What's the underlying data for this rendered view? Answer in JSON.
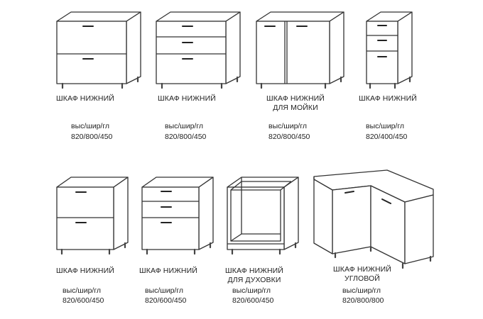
{
  "cabinets": [
    {
      "name": "ШКАФ НИЖНИЙ",
      "dim_label": "выс/шир/гл",
      "dims": "820/800/450"
    },
    {
      "name": "ШКАФ НИЖНИЙ",
      "dim_label": "выс/шир/гл",
      "dims": "820/800/450"
    },
    {
      "name": "ШКАФ НИЖНИЙ",
      "name2": "ДЛЯ МОЙКИ",
      "dim_label": "выс/шир/гл",
      "dims": "820/800/450"
    },
    {
      "name": "ШКАФ НИЖНИЙ",
      "dim_label": "выс/шир/гл",
      "dims": "820/400/450"
    },
    {
      "name": "ШКАФ НИЖНИЙ",
      "dim_label": "выс/шир/гл",
      "dims": "820/600/450"
    },
    {
      "name": "ШКАФ НИЖНИЙ",
      "dim_label": "выс/шир/гл",
      "dims": "820/600/450"
    },
    {
      "name": "ШКАФ НИЖНИЙ",
      "name2": "ДЛЯ ДУХОВКИ",
      "dim_label": "выс/шир/гл",
      "dims": "820/600/450"
    },
    {
      "name": "ШКАФ НИЖНИЙ",
      "name2": "УГЛОВОЙ",
      "dim_label": "выс/шир/гл",
      "dims": "820/800/800"
    }
  ]
}
